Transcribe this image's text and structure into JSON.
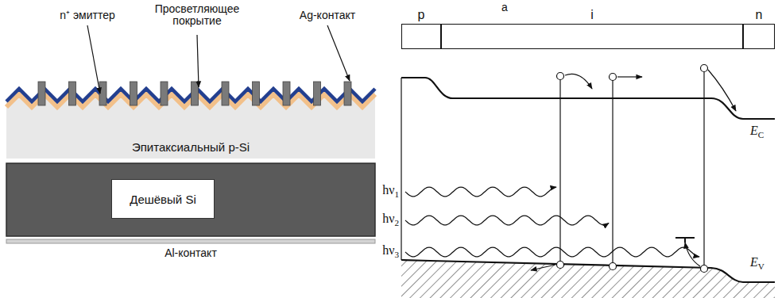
{
  "diagram": {
    "nodes": [
      {
        "text": [
          "Эпитаксиальный p-Si"
        ]
      },
      {
        "text": [
          "Дешёвый Si"
        ]
      },
      {
        "text": [
          "p"
        ]
      },
      {
        "text": [
          "i"
        ]
      },
      {
        "text": [
          "n"
        ]
      }
    ],
    "labels": [
      "a",
      "n⁺ эмиттер",
      "Просветляющее покрытие",
      "Ag-контакт",
      "Al-контакт",
      "hν1",
      "hν2",
      "hν3",
      "EC",
      "EV"
    ]
  }
}
